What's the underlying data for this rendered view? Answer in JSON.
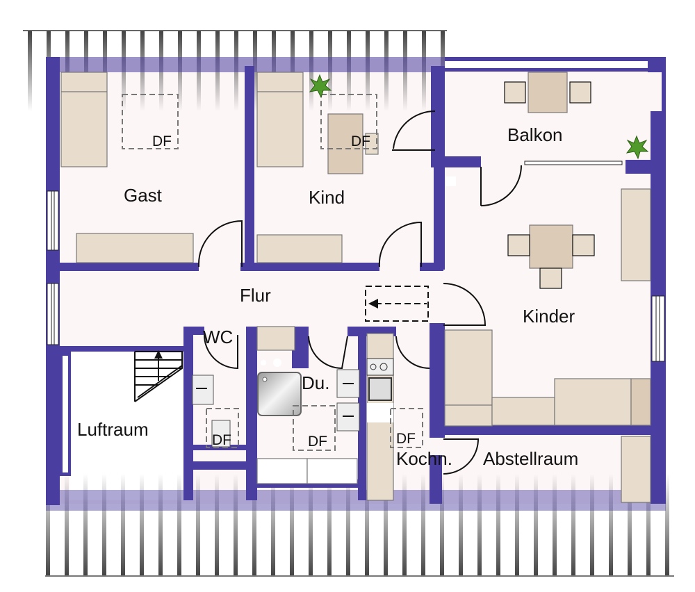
{
  "plan": {
    "colors": {
      "wall": "#4a3ea0",
      "floor": "#fdf6f7",
      "furniture": "#e8dccd",
      "furniture_dark": "#dccbb7",
      "rafter": "#555555",
      "plant": "#4f9a2a"
    },
    "rooms": {
      "gast": "Gast",
      "kind": "Kind",
      "balkon": "Balkon",
      "flur": "Flur",
      "kinder": "Kinder",
      "wc": "WC",
      "du": "Du.",
      "luftraum": "Luftraum",
      "kochn": "Kochn.",
      "abstellraum": "Abstellraum"
    },
    "skylight_label": "DF",
    "icons": [
      "plant-icon",
      "stair-arrow-icon",
      "direction-arrow-icon",
      "sink-icon",
      "shower-tray-icon",
      "stove-icon"
    ]
  }
}
